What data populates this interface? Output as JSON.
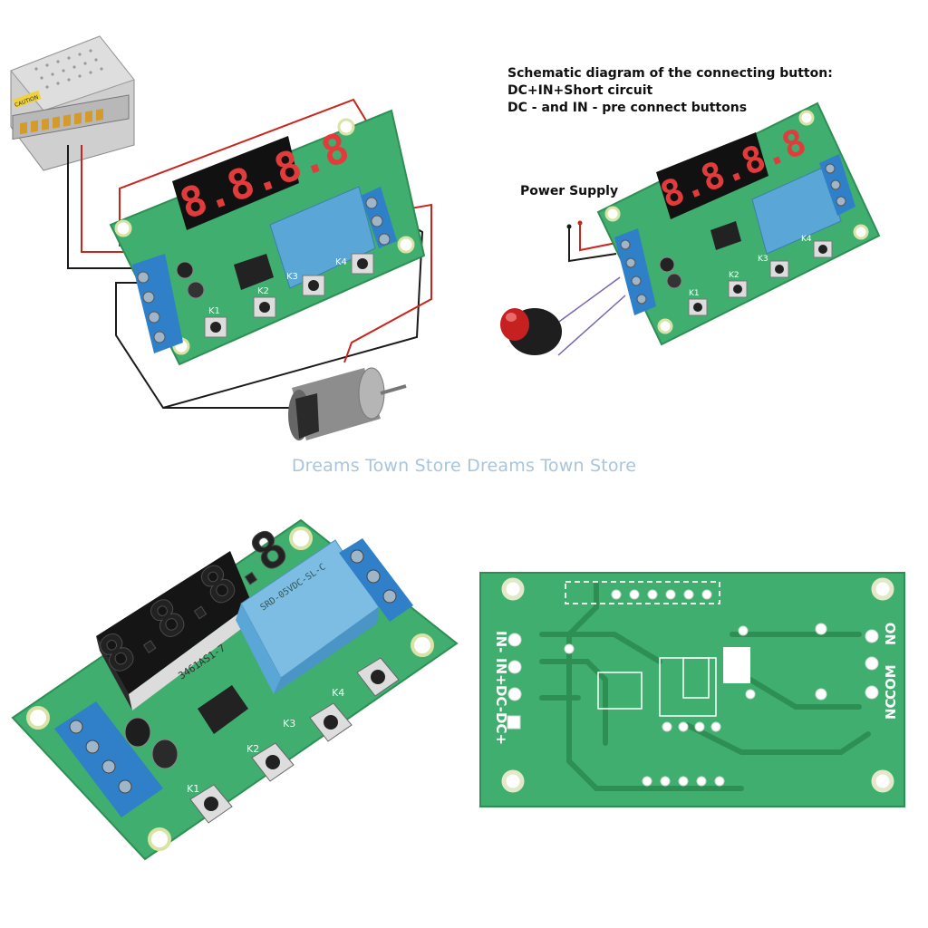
{
  "colors": {
    "pcb": "#3fae6f",
    "pcb_dark": "#2e8f55",
    "terminal_blue": "#2f7fc9",
    "relay_blue": "#5aa6d6",
    "display_black": "#111111",
    "segment_red": "#e23b3b",
    "wire_red": "#c8261d",
    "wire_black": "#1a1a1a",
    "watermark": "#a9c4dc"
  },
  "caption": {
    "line1": "Schematic diagram of the connecting button:",
    "line2": "DC+IN+Short circuit",
    "line3": "DC - and IN - pre connect buttons"
  },
  "power_supply_label": "Power Supply",
  "watermark": "Dreams Town Store Dreams Town Store",
  "board_top_left": {
    "display": "8.8.8.8",
    "keys": [
      "K1",
      "K2",
      "K3",
      "K4"
    ],
    "power_unit_label": "CAUTION"
  },
  "board_top_right": {
    "display": "8.8.8.8",
    "keys": [
      "K1",
      "K2",
      "K3",
      "K4"
    ]
  },
  "board_bottom_left": {
    "display": "8.8.8.8",
    "display_part": "3461AS1-7",
    "relay_text": "SRD-05VDC-SL-C",
    "keys": [
      "K1",
      "K2",
      "K3",
      "K4"
    ]
  },
  "board_bottom_right": {
    "left_pins": [
      "IN-",
      "IN+",
      "DC-",
      "DC+"
    ],
    "right_pins": [
      "NO",
      "COM",
      "NC"
    ]
  },
  "icons": [
    "power-supply-unit",
    "dc-motor",
    "push-button",
    "relay-module"
  ]
}
